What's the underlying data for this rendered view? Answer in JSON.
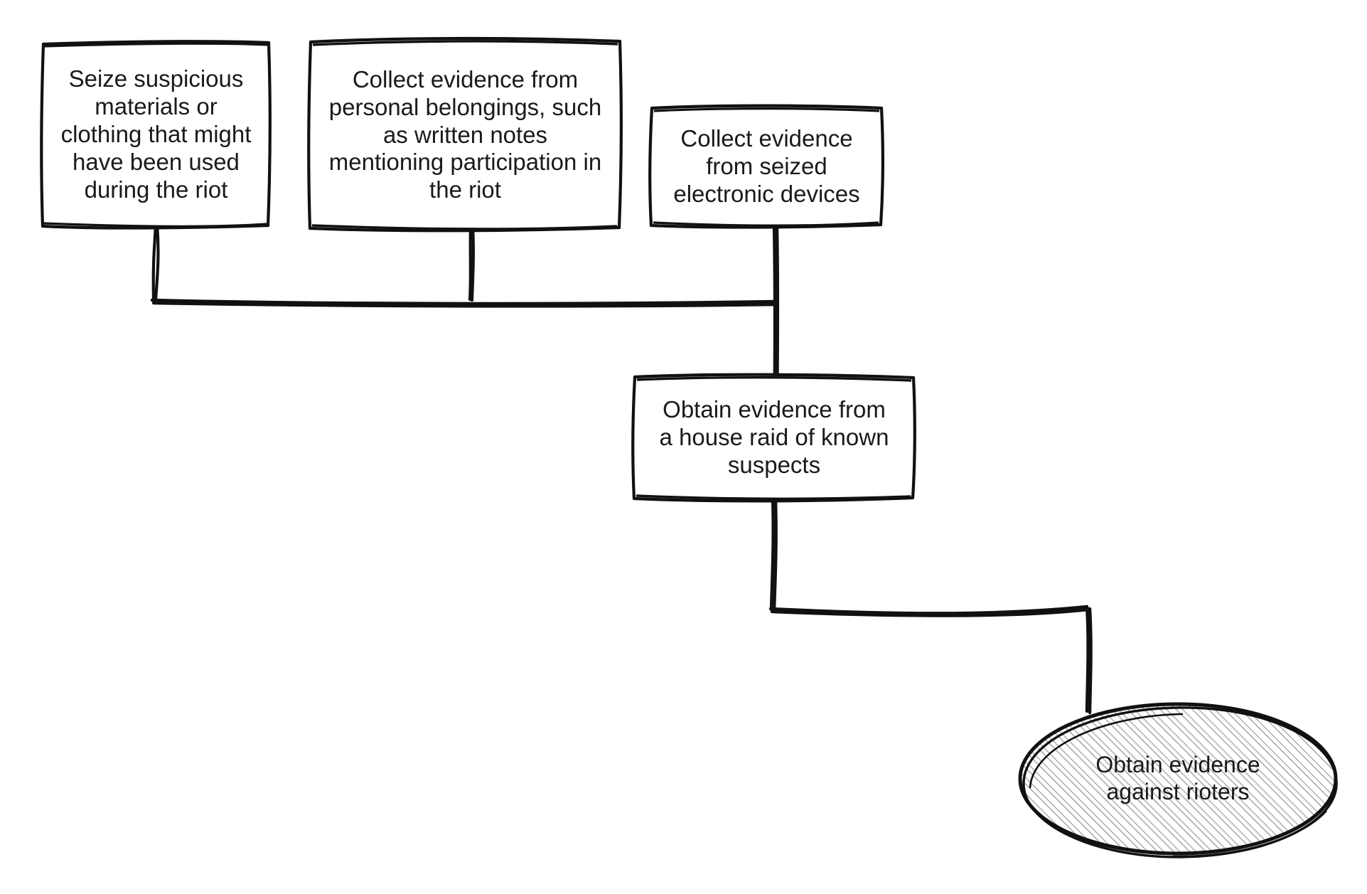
{
  "diagram": {
    "type": "flowchart",
    "style": "hand-drawn-sketch",
    "background_color": "#ffffff",
    "stroke_color": "#111111",
    "text_color": "#1a1a1a",
    "hatch_color": "#9a9a9a",
    "nodes": [
      {
        "id": "seize-materials",
        "shape": "rectangle",
        "label": "Seize suspicious\nmaterials or\nclothing that might\nhave been used\nduring the riot"
      },
      {
        "id": "personal-belongings",
        "shape": "rectangle",
        "label": "Collect evidence from\npersonal belongings, such\nas written notes\nmentioning participation in\nthe riot"
      },
      {
        "id": "electronic-devices",
        "shape": "rectangle",
        "label": "Collect evidence\nfrom seized\nelectronic devices"
      },
      {
        "id": "house-raid",
        "shape": "rectangle",
        "label": "Obtain evidence from\na house raid of known\nsuspects"
      },
      {
        "id": "obtain-evidence",
        "shape": "ellipse",
        "fill": "diagonal-hatch",
        "label": "Obtain evidence\nagainst rioters"
      }
    ],
    "edges": [
      {
        "from": "seize-materials",
        "to": "house-raid"
      },
      {
        "from": "personal-belongings",
        "to": "house-raid"
      },
      {
        "from": "electronic-devices",
        "to": "house-raid"
      },
      {
        "from": "house-raid",
        "to": "obtain-evidence"
      }
    ]
  }
}
